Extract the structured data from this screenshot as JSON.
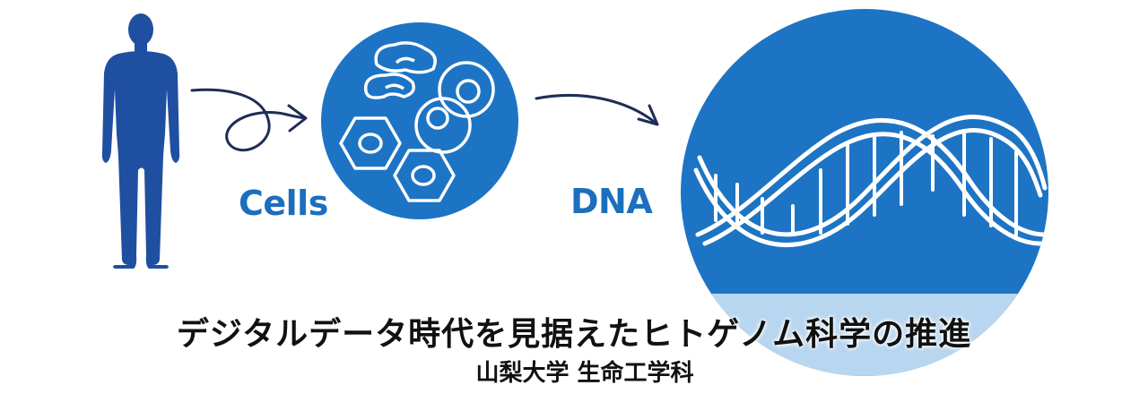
{
  "labels": {
    "cells": "Cells",
    "dna": "DNA"
  },
  "title": "デジタルデータ時代を見据えたヒトゲノム科学の推進",
  "subtitle": "山梨大学 生命工学科",
  "colors": {
    "figure_blue": "#1f4fa0",
    "circle_blue": "#1d74c4",
    "label_blue": "#1b6fbd",
    "arrow_navy": "#1e2d55",
    "band_light": "#b8d6ef"
  },
  "icons": [
    "human-silhouette-icon",
    "cells-icon",
    "dna-helix-icon",
    "arrow-icon"
  ]
}
